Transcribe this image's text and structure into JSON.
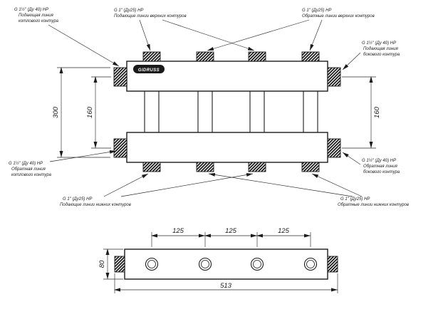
{
  "brand": {
    "logo_text": "GIDRUSS"
  },
  "callouts": {
    "top_left": {
      "size": "G 1½\" (Ду 40) НР",
      "line2": "Подающая линия",
      "line3": "котлового контура"
    },
    "top_mid": {
      "size": "G 1\" (Ду25) НР",
      "line2": "Подающие линии верхних контуров"
    },
    "top_right": {
      "size": "G 1\" (Ду25) НР",
      "line2": "Обратные линии верхних контуров"
    },
    "right_top": {
      "size": "G 1½\" (Ду 40) НР",
      "line2": "Подающая линия",
      "line3": "бокового контура"
    },
    "left_bottom": {
      "size": "G 1½\" (Ду 40) НР",
      "line2": "Обратная линия",
      "line3": "котлового контура"
    },
    "right_bottom": {
      "size": "G 1½\" (Ду 40) НР",
      "line2": "Обратная линия",
      "line3": "бокового контура"
    },
    "bottom_left": {
      "size": "G 1\" (Ду25) НР",
      "line2": "Подающие линии нижних контуров"
    },
    "bottom_right": {
      "size": "G 1\" (Ду25) НР",
      "line2": "Обратные линии нижних контуров"
    }
  },
  "dimensions": {
    "overall_height": "300",
    "axis_spacing_left": "160",
    "axis_spacing_right": "160",
    "hole_spacing_1": "125",
    "hole_spacing_2": "125",
    "hole_spacing_3": "125",
    "overall_length": "513",
    "body_height": "80"
  }
}
